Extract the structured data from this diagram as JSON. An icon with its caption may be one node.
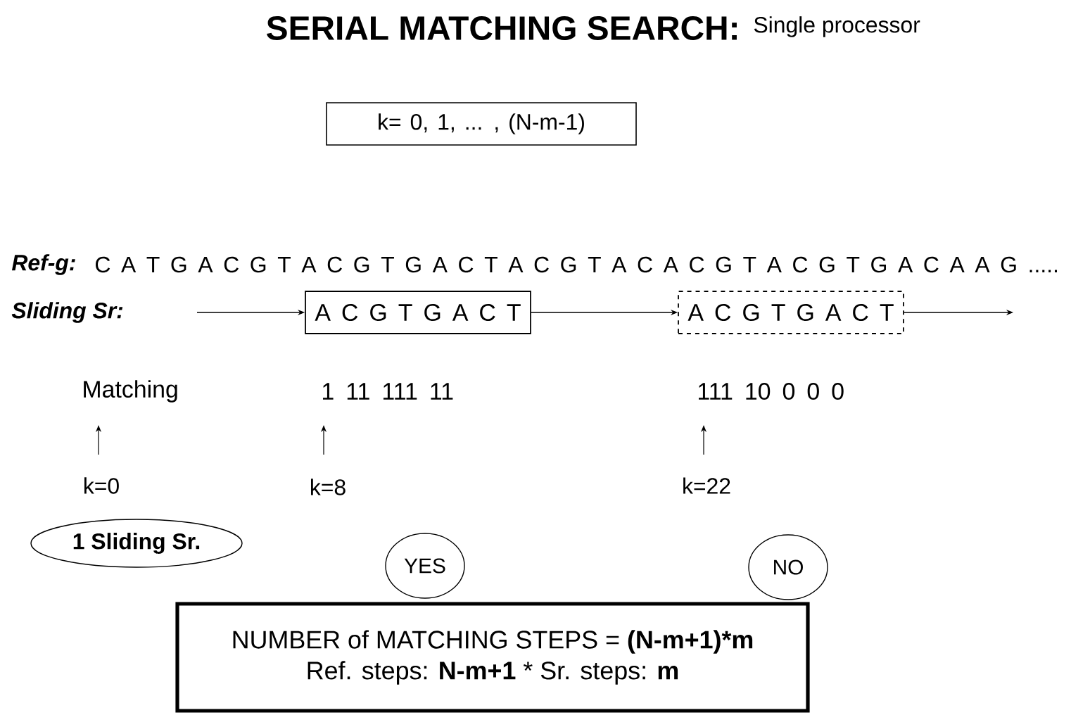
{
  "diagram": {
    "title": "SERIAL MATCHING SEARCH:",
    "nodes": [
      {
        "text": [
          "k= 0, 1,   ...    , (N-m-1)"
        ]
      },
      {
        "text": [
          "A C G T G A C T"
        ]
      },
      {
        "text": [
          "A C G T G A C T"
        ]
      },
      {
        "text": [
          "1 Sliding Sr."
        ]
      },
      {
        "text": [
          "YES"
        ]
      },
      {
        "text": [
          "NO"
        ]
      },
      {
        "text": [
          "NUMBER of MATCHING STEPS = **(N-m+1)*m**",
          "Ref. steps: **N-m+1**     *    Sr. steps: **m**"
        ]
      }
    ],
    "edges": [
      {
        "from": null,
        "to": 1,
        "arrow": "to"
      },
      {
        "from": 1,
        "to": 2,
        "arrow": "to"
      },
      {
        "from": 2,
        "to": null,
        "arrow": "to"
      }
    ],
    "labels": [
      "Single processor",
      "Ref-g:",
      "C A T G A C G T A C G T G A C T A C G T A C A C G T A C G T G A C A A G .....",
      "Sliding Sr:",
      "Matching",
      "1 11 111 11",
      "111 10 0 0 0",
      "k=0",
      "k=8",
      "k=22"
    ]
  }
}
